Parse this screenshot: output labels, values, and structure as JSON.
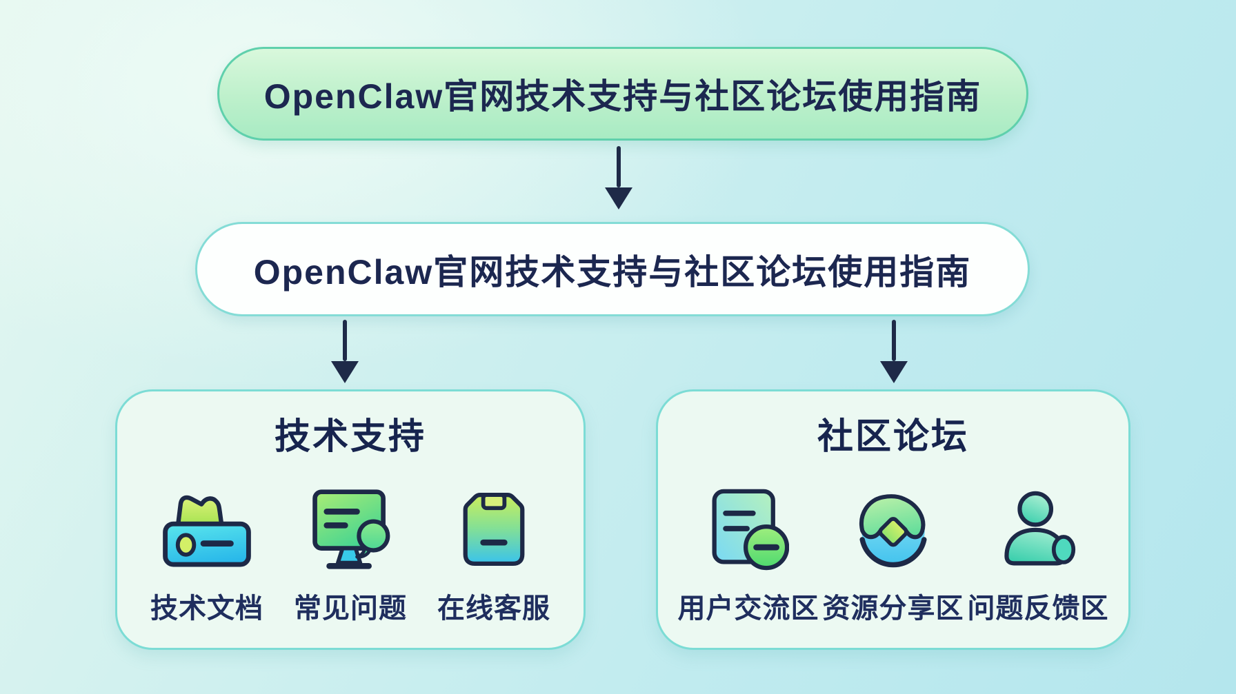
{
  "diagram": {
    "root_node": {
      "title": "OpenClaw官网技术支持与社区论坛使用指南"
    },
    "guide_node": {
      "title": "OpenClaw官网技术支持与社区论坛使用指南"
    },
    "branches": [
      {
        "id": "support",
        "title": "技术支持",
        "items": [
          {
            "label": "技术文档",
            "icon": "folder-documents-icon"
          },
          {
            "label": "常见问题",
            "icon": "monitor-chat-icon"
          },
          {
            "label": "在线客服",
            "icon": "service-card-icon"
          }
        ]
      },
      {
        "id": "forum",
        "title": "社区论坛",
        "items": [
          {
            "label": "用户交流区",
            "icon": "document-minus-icon"
          },
          {
            "label": "资源分享区",
            "icon": "share-gem-icon"
          },
          {
            "label": "问题反馈区",
            "icon": "user-badge-icon"
          }
        ]
      }
    ]
  },
  "colors": {
    "background_light": "#e4f7f0",
    "background_cyan": "#b4e6ed",
    "root_pill_green_top": "#d9f8dc",
    "root_pill_green_bottom": "#a8ebc3",
    "root_pill_border": "#5fd0ac",
    "guide_pill_fill": "#fdfffe",
    "guide_pill_border": "#84dcd6",
    "card_fill": "#ecf9f2",
    "card_border": "#7cdcd5",
    "text_navy": "#1c2750",
    "arrow_navy": "#1e2a48",
    "icon_outline": "#1d2947",
    "icon_green": "#8ee06e",
    "icon_cyan": "#3cc9ec",
    "icon_lime": "#d3ef67"
  }
}
